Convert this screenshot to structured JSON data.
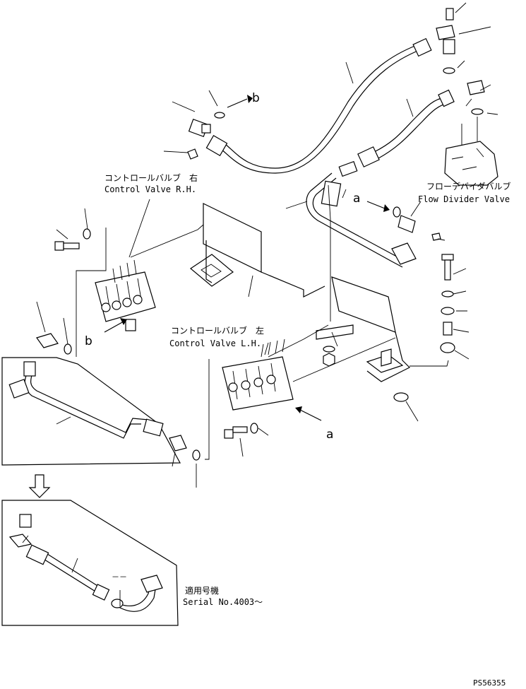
{
  "labels": {
    "control_valve_rh_jp": "コントロールバルブ　右",
    "control_valve_rh_en": "Control Valve R.H.",
    "control_valve_lh_jp": "コントロールバルブ　左",
    "control_valve_lh_en": "Control Valve L.H.",
    "flow_divider_jp": "フローデバイダバルブ",
    "flow_divider_en": "Flow Divider Valve",
    "serial_jp": "適用号機",
    "serial_en": "Serial No.4003～",
    "ref_a": "a",
    "ref_b": "b",
    "dash": "－－",
    "doc_code": "PS56355"
  }
}
